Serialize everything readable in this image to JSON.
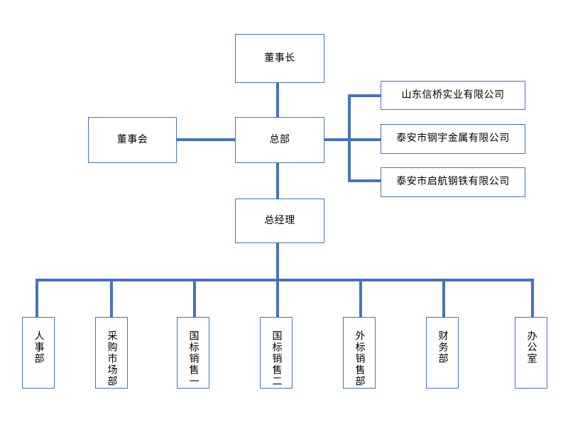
{
  "chart": {
    "type": "org-chart",
    "title_text": "",
    "accent_color": "#4472c4",
    "box_border_color": "#4472c4",
    "box_fill_color": "#ffffff",
    "text_color": "#000000",
    "background_color": "#ffffff"
  },
  "nodes": {
    "chairman": {
      "label": "董事长",
      "orientation": "horizontal"
    },
    "board": {
      "label": "董事会",
      "orientation": "horizontal"
    },
    "headquarters": {
      "label": "总部",
      "orientation": "horizontal"
    },
    "general_manager": {
      "label": "总经理",
      "orientation": "horizontal"
    }
  },
  "subsidiaries": [
    {
      "label": "山东信桥实业有限公司"
    },
    {
      "label": "泰安市钢宇金属有限公司"
    },
    {
      "label": "泰安市启航钢铁有限公司"
    }
  ],
  "departments": [
    {
      "label": "人事部"
    },
    {
      "label": "采购市场部"
    },
    {
      "label": "国标销售一"
    },
    {
      "label": "国标销售二"
    },
    {
      "label": "外标销售部"
    },
    {
      "label": "财务部"
    },
    {
      "label": "办公室"
    }
  ]
}
